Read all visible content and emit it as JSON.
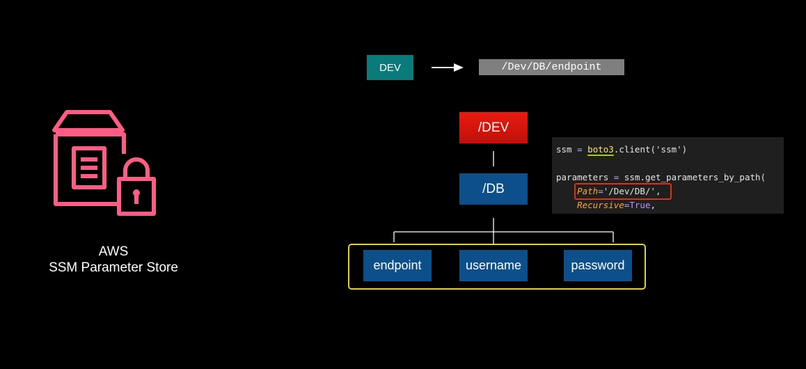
{
  "service": {
    "icon": "ssm-parameter-store-icon",
    "icon_color": "#ff5c85",
    "label_line1": "AWS",
    "label_line2": "SSM Parameter Store"
  },
  "mapping": {
    "env_label": "DEV",
    "env_color": "#0b7a7a",
    "path": "/Dev/DB/endpoint",
    "path_bg": "#7f7f7f"
  },
  "tree": {
    "root": "/DEV",
    "root_color": "#e81b10",
    "child": "/DB",
    "node_color": "#0d4f8a",
    "leaves": [
      "endpoint",
      "username",
      "password"
    ],
    "group_border_color": "#e0d23a"
  },
  "code": {
    "line1": {
      "var": "ssm",
      "op": "=",
      "module": "boto3",
      "call": ".client(",
      "arg": "'ssm'",
      "close": ")"
    },
    "line2": {
      "var": "parameters",
      "op": "=",
      "call": "ssm.get_parameters_by_path("
    },
    "line3": {
      "param": "Path",
      "eq": "=",
      "value": "'/Dev/DB/'",
      "comma": ","
    },
    "line4": {
      "param": "Recursive",
      "eq": "=",
      "value": "True",
      "comma": ","
    },
    "highlight_color": "#e0301a"
  }
}
